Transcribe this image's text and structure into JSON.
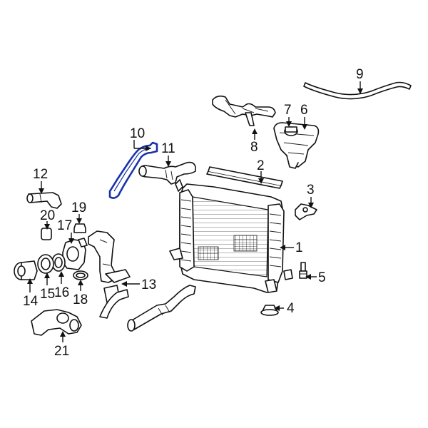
{
  "highlight_color": "#1a32a8",
  "callouts": [
    {
      "id": "c1",
      "label": "1"
    },
    {
      "id": "c2",
      "label": "2"
    },
    {
      "id": "c3",
      "label": "3"
    },
    {
      "id": "c4",
      "label": "4"
    },
    {
      "id": "c5",
      "label": "5"
    },
    {
      "id": "c6",
      "label": "6"
    },
    {
      "id": "c7",
      "label": "7"
    },
    {
      "id": "c8",
      "label": "8"
    },
    {
      "id": "c9",
      "label": "9"
    },
    {
      "id": "c10",
      "label": "10"
    },
    {
      "id": "c11",
      "label": "11"
    },
    {
      "id": "c12",
      "label": "12"
    },
    {
      "id": "c13",
      "label": "13"
    },
    {
      "id": "c14",
      "label": "14"
    },
    {
      "id": "c15",
      "label": "15"
    },
    {
      "id": "c16",
      "label": "16"
    },
    {
      "id": "c17",
      "label": "17"
    },
    {
      "id": "c18",
      "label": "18"
    },
    {
      "id": "c19",
      "label": "19"
    },
    {
      "id": "c20",
      "label": "20"
    },
    {
      "id": "c21",
      "label": "21"
    }
  ]
}
